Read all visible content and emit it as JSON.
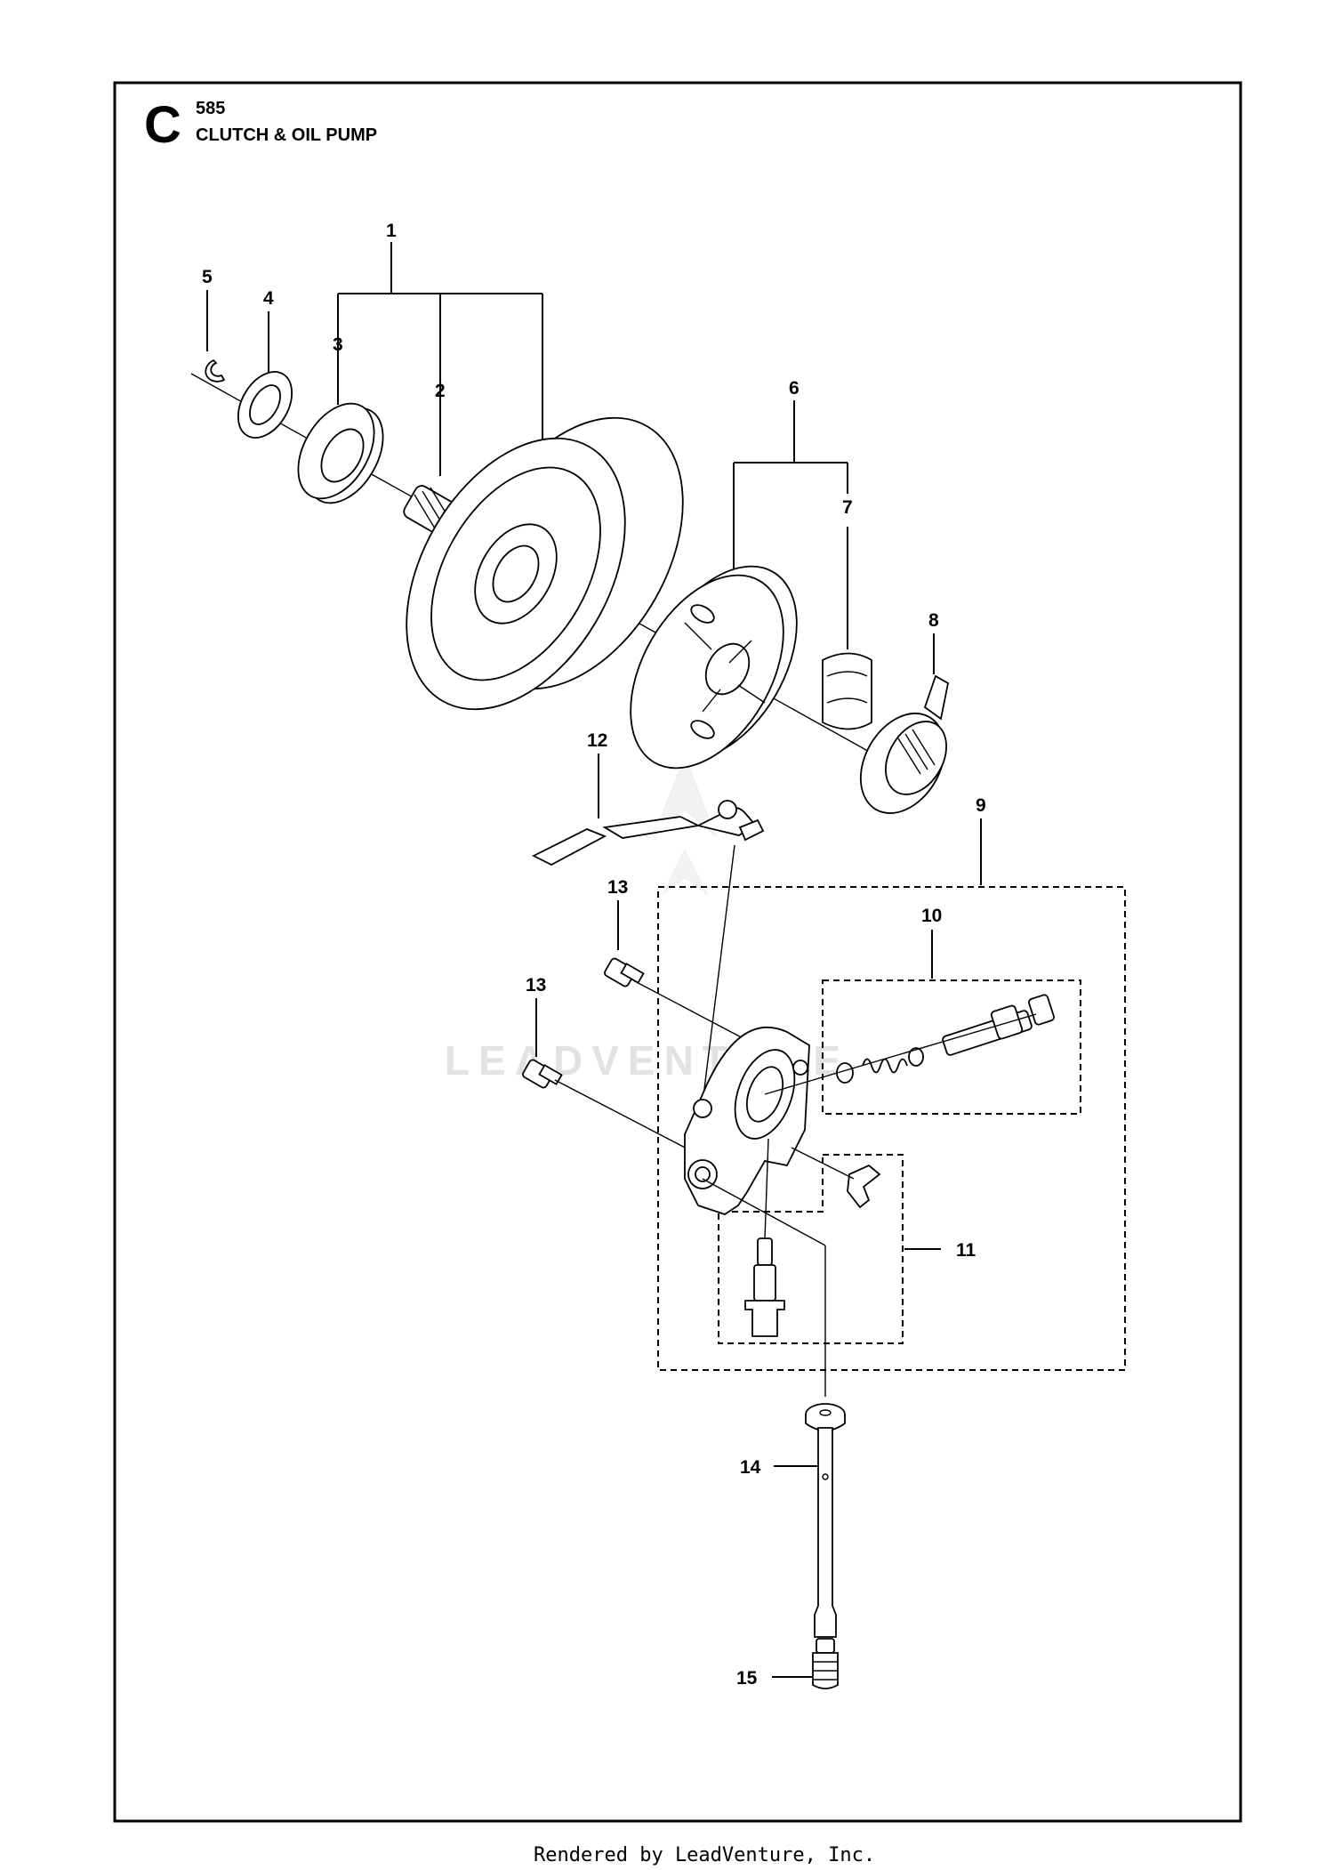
{
  "header": {
    "section_letter": "C",
    "code": "585",
    "title": "CLUTCH & OIL PUMP"
  },
  "callouts": [
    "1",
    "2",
    "3",
    "4",
    "5",
    "6",
    "7",
    "8",
    "9",
    "10",
    "11",
    "12",
    "13",
    "13",
    "14",
    "15"
  ],
  "watermark": "LEADVENTURE",
  "footer": {
    "credit": "Rendered by LeadVenture, Inc."
  }
}
